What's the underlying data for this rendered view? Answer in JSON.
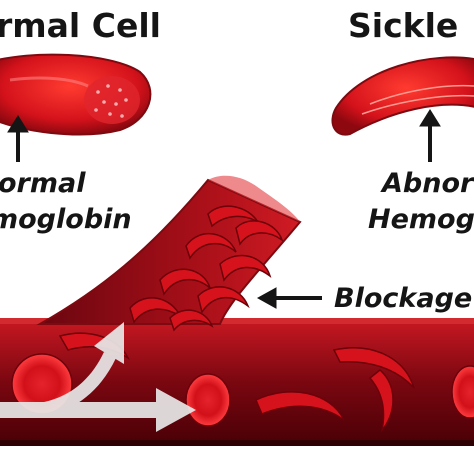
{
  "normal_cell": {
    "heading": "rmal Cell",
    "label_line1": "ormal",
    "label_line2": "moglobin"
  },
  "sickle_cell": {
    "heading": "Sickle",
    "label_line1": "Abnor",
    "label_line2": "Hemog"
  },
  "blockage_label": "Blockage",
  "colors": {
    "blood_red": "#c8101a",
    "vessel_dark": "#5a0008",
    "arrow_white": "#e8e8e8",
    "text": "#151515"
  }
}
